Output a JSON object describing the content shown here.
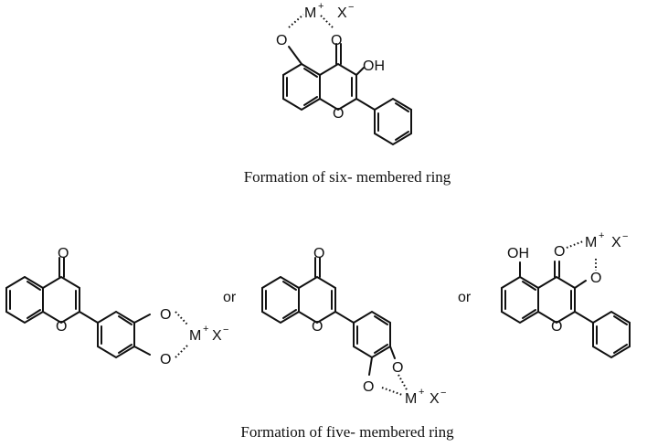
{
  "captions": {
    "six": "Formation of six- membered ring",
    "five": "Formation of five- membered ring"
  },
  "connectors": {
    "or": "or"
  },
  "atoms": {
    "O": "O",
    "OH": "OH",
    "M": "M",
    "plus": "+",
    "X": "X",
    "minus": "−"
  }
}
